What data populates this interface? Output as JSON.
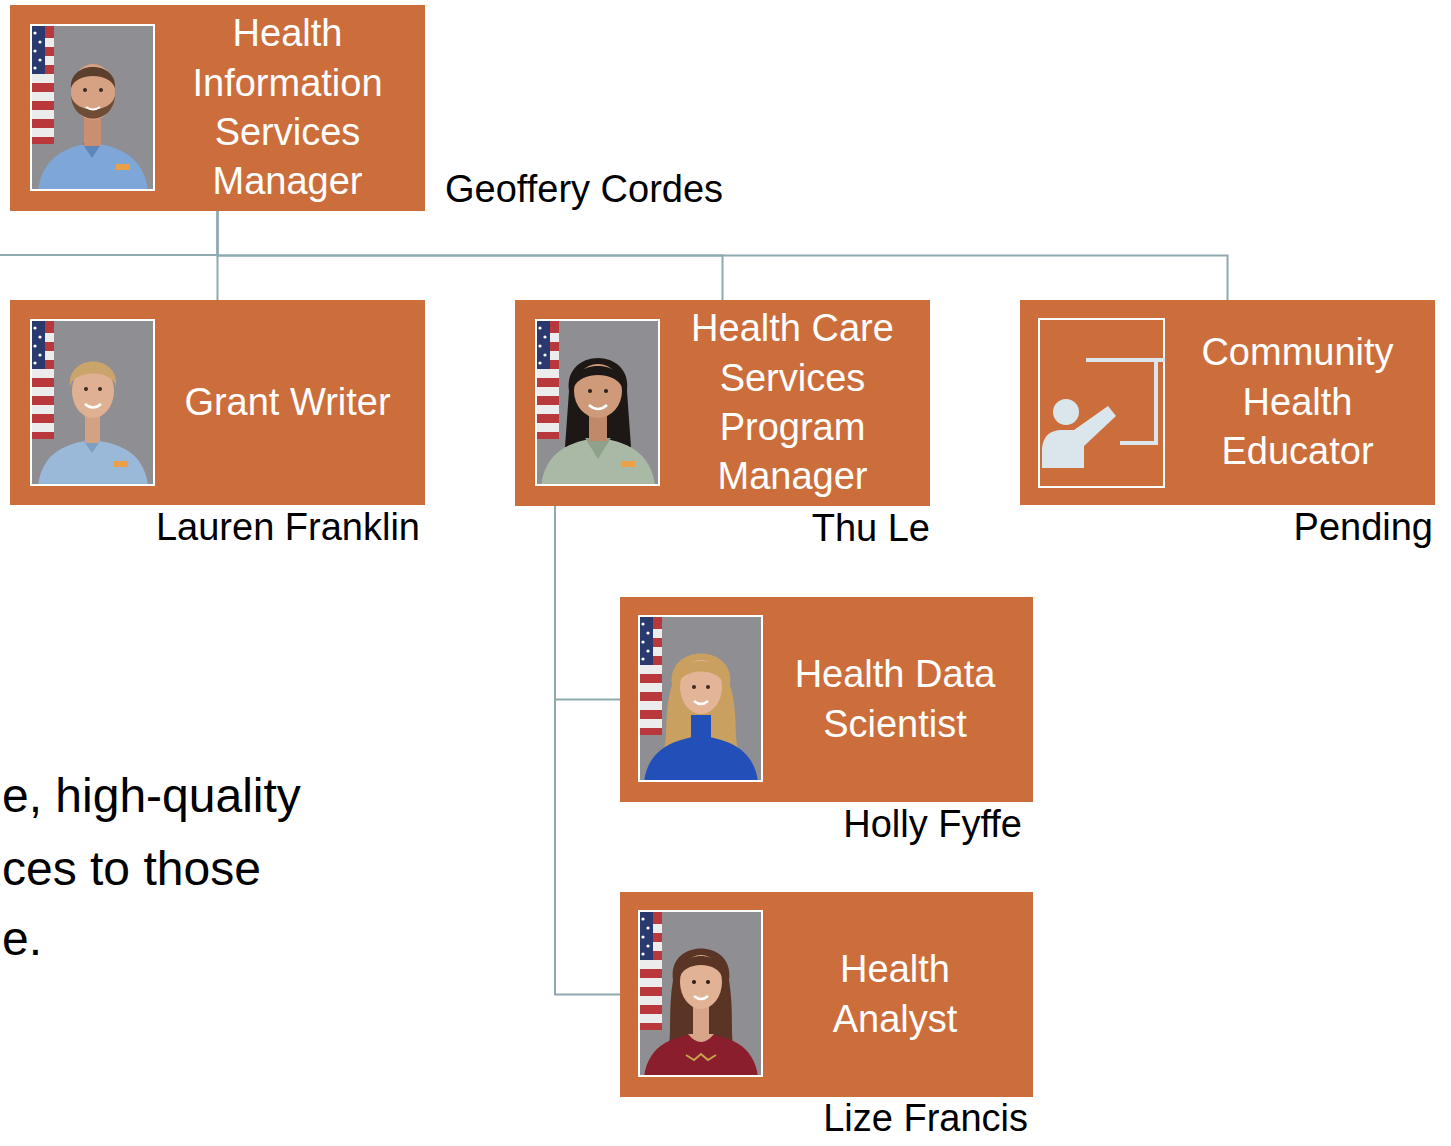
{
  "diagram": {
    "nodes": [
      {
        "text": [
          "Health Information Services Manager",
          "Geoffery Cordes"
        ]
      },
      {
        "text": [
          "Grant Writer",
          "Lauren Franklin"
        ]
      },
      {
        "text": [
          "Health Care Services Program Manager",
          "Thu Le"
        ]
      },
      {
        "text": [
          "Community Health Educator",
          "Pending"
        ]
      },
      {
        "text": [
          "Health Data Scientist",
          "Holly Fyffe"
        ]
      },
      {
        "text": [
          "Health Analyst",
          "Lize Francis"
        ]
      }
    ],
    "edges": [
      {
        "from": 0,
        "to": 1,
        "arrow": "none"
      },
      {
        "from": 0,
        "to": 2,
        "arrow": "none"
      },
      {
        "from": 0,
        "to": 3,
        "arrow": "none"
      },
      {
        "from": 2,
        "to": 4,
        "arrow": "none"
      },
      {
        "from": 2,
        "to": 5,
        "arrow": "none"
      }
    ],
    "labels": [
      "e, high-quality",
      "ces to those",
      "e."
    ]
  }
}
